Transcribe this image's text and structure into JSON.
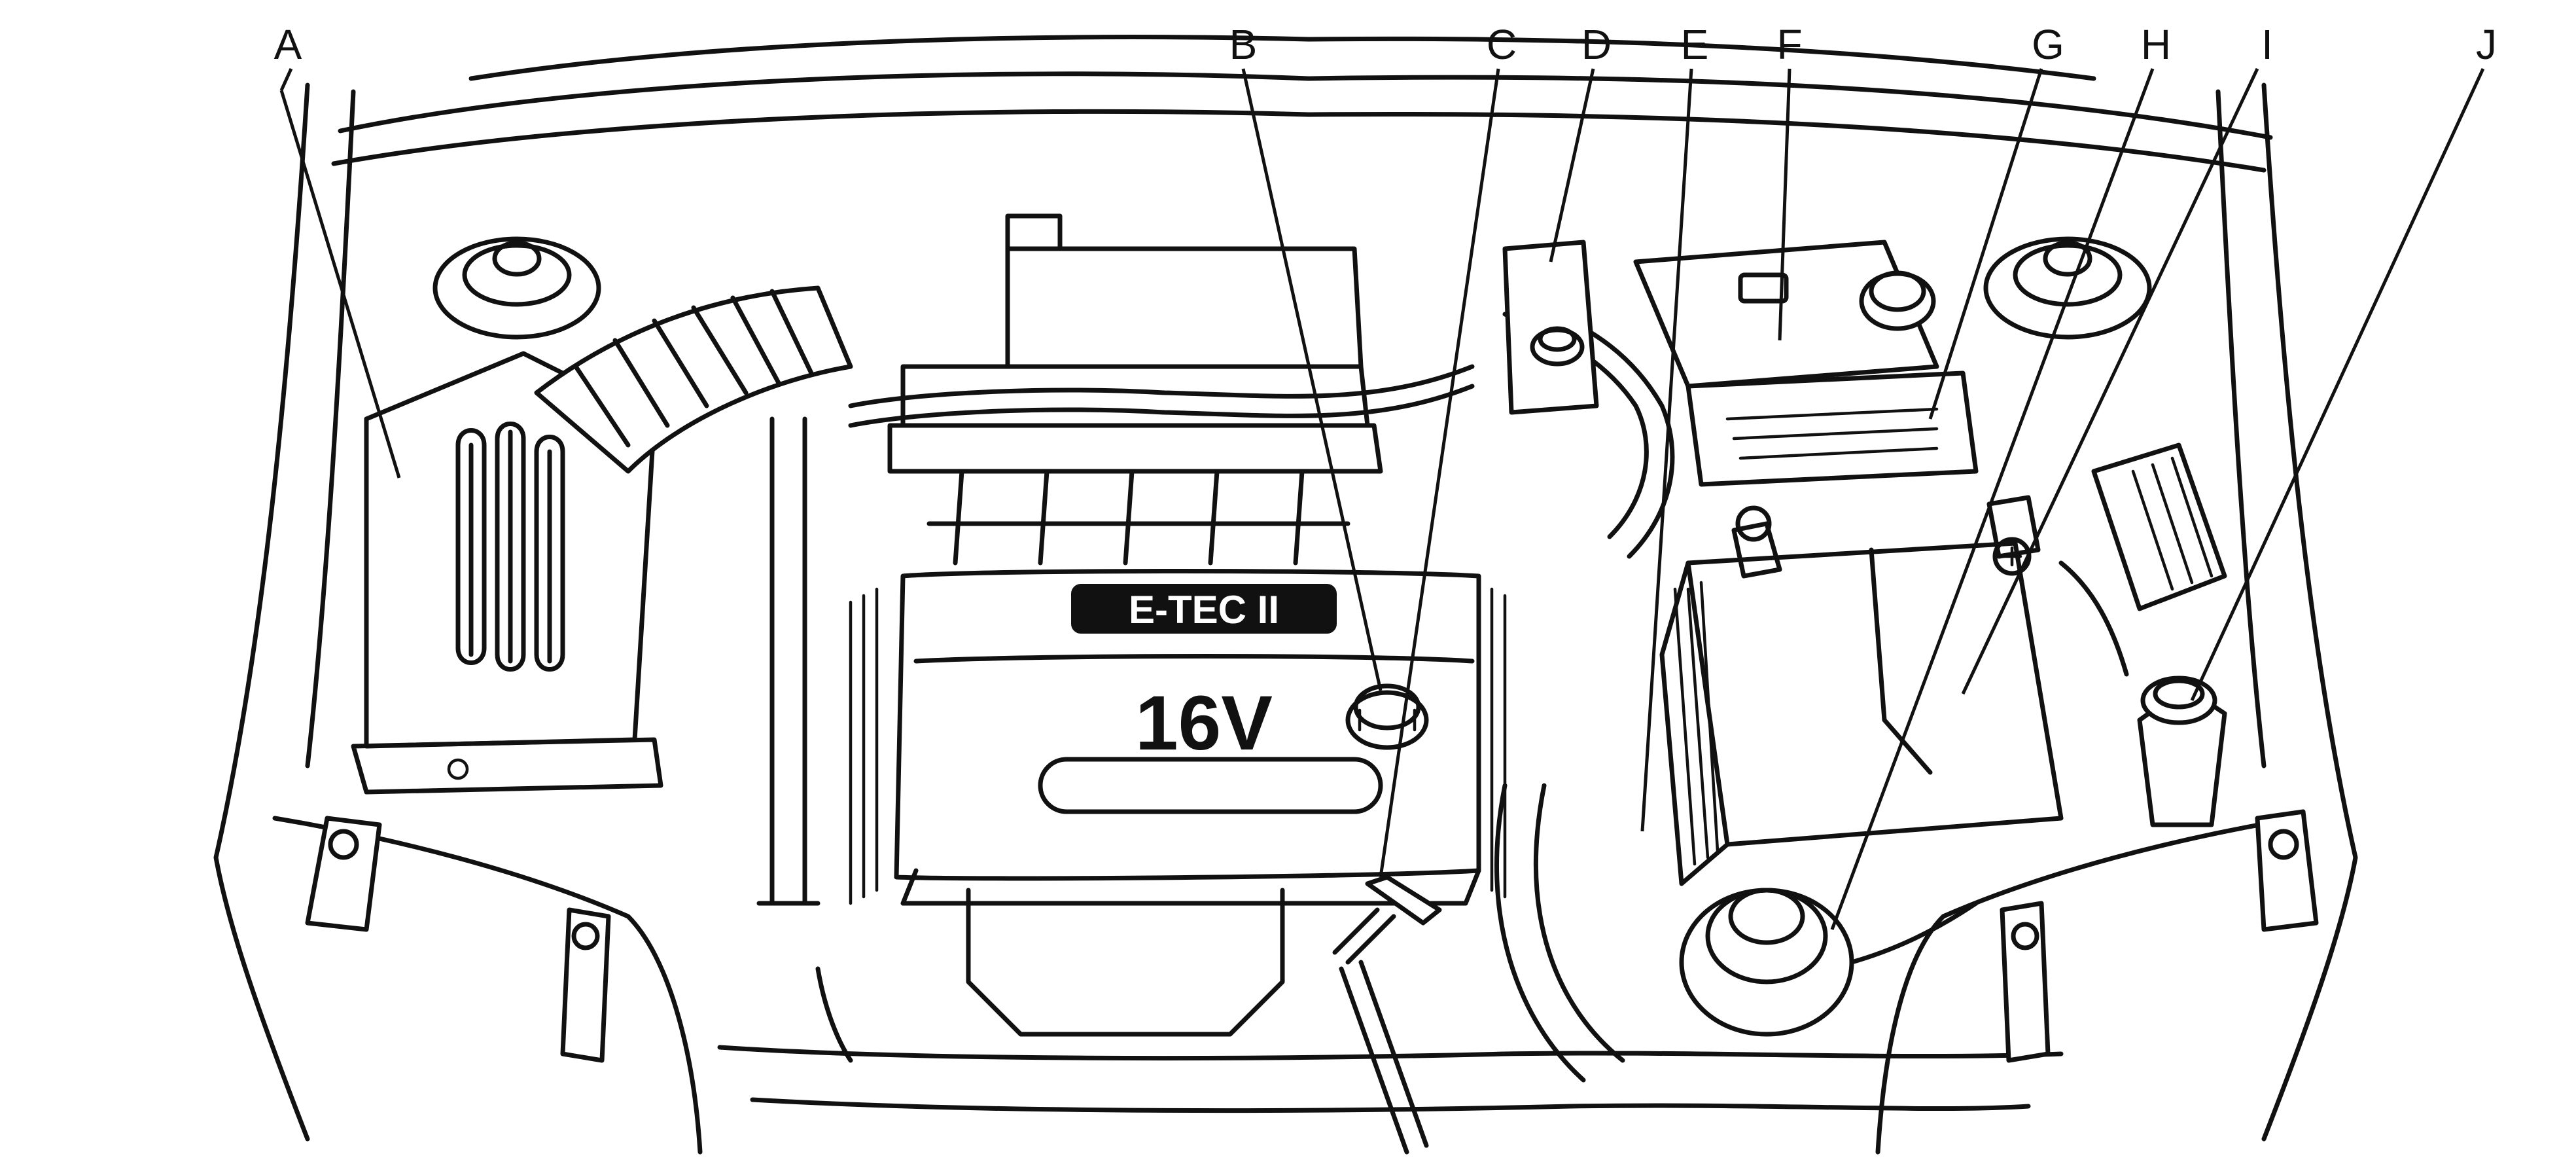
{
  "callouts": [
    {
      "letter": "A",
      "part": "air-cleaner-housing"
    },
    {
      "letter": "B",
      "part": "engine-oil-fill-cap"
    },
    {
      "letter": "C",
      "part": "engine-oil-dipstick"
    },
    {
      "letter": "D",
      "part": "washer-fluid-reservoir"
    },
    {
      "letter": "E",
      "part": "transaxle-dipstick"
    },
    {
      "letter": "F",
      "part": "brake-fluid-reservoir"
    },
    {
      "letter": "G",
      "part": "fuse-relay-box"
    },
    {
      "letter": "H",
      "part": "coolant-surge-tank"
    },
    {
      "letter": "I",
      "part": "battery"
    },
    {
      "letter": "J",
      "part": "power-steering-reservoir"
    }
  ],
  "engine": {
    "badge": "E-TEC II",
    "cover_mark": "16V"
  },
  "colors": {
    "line": "#111111",
    "background": "#ffffff"
  }
}
